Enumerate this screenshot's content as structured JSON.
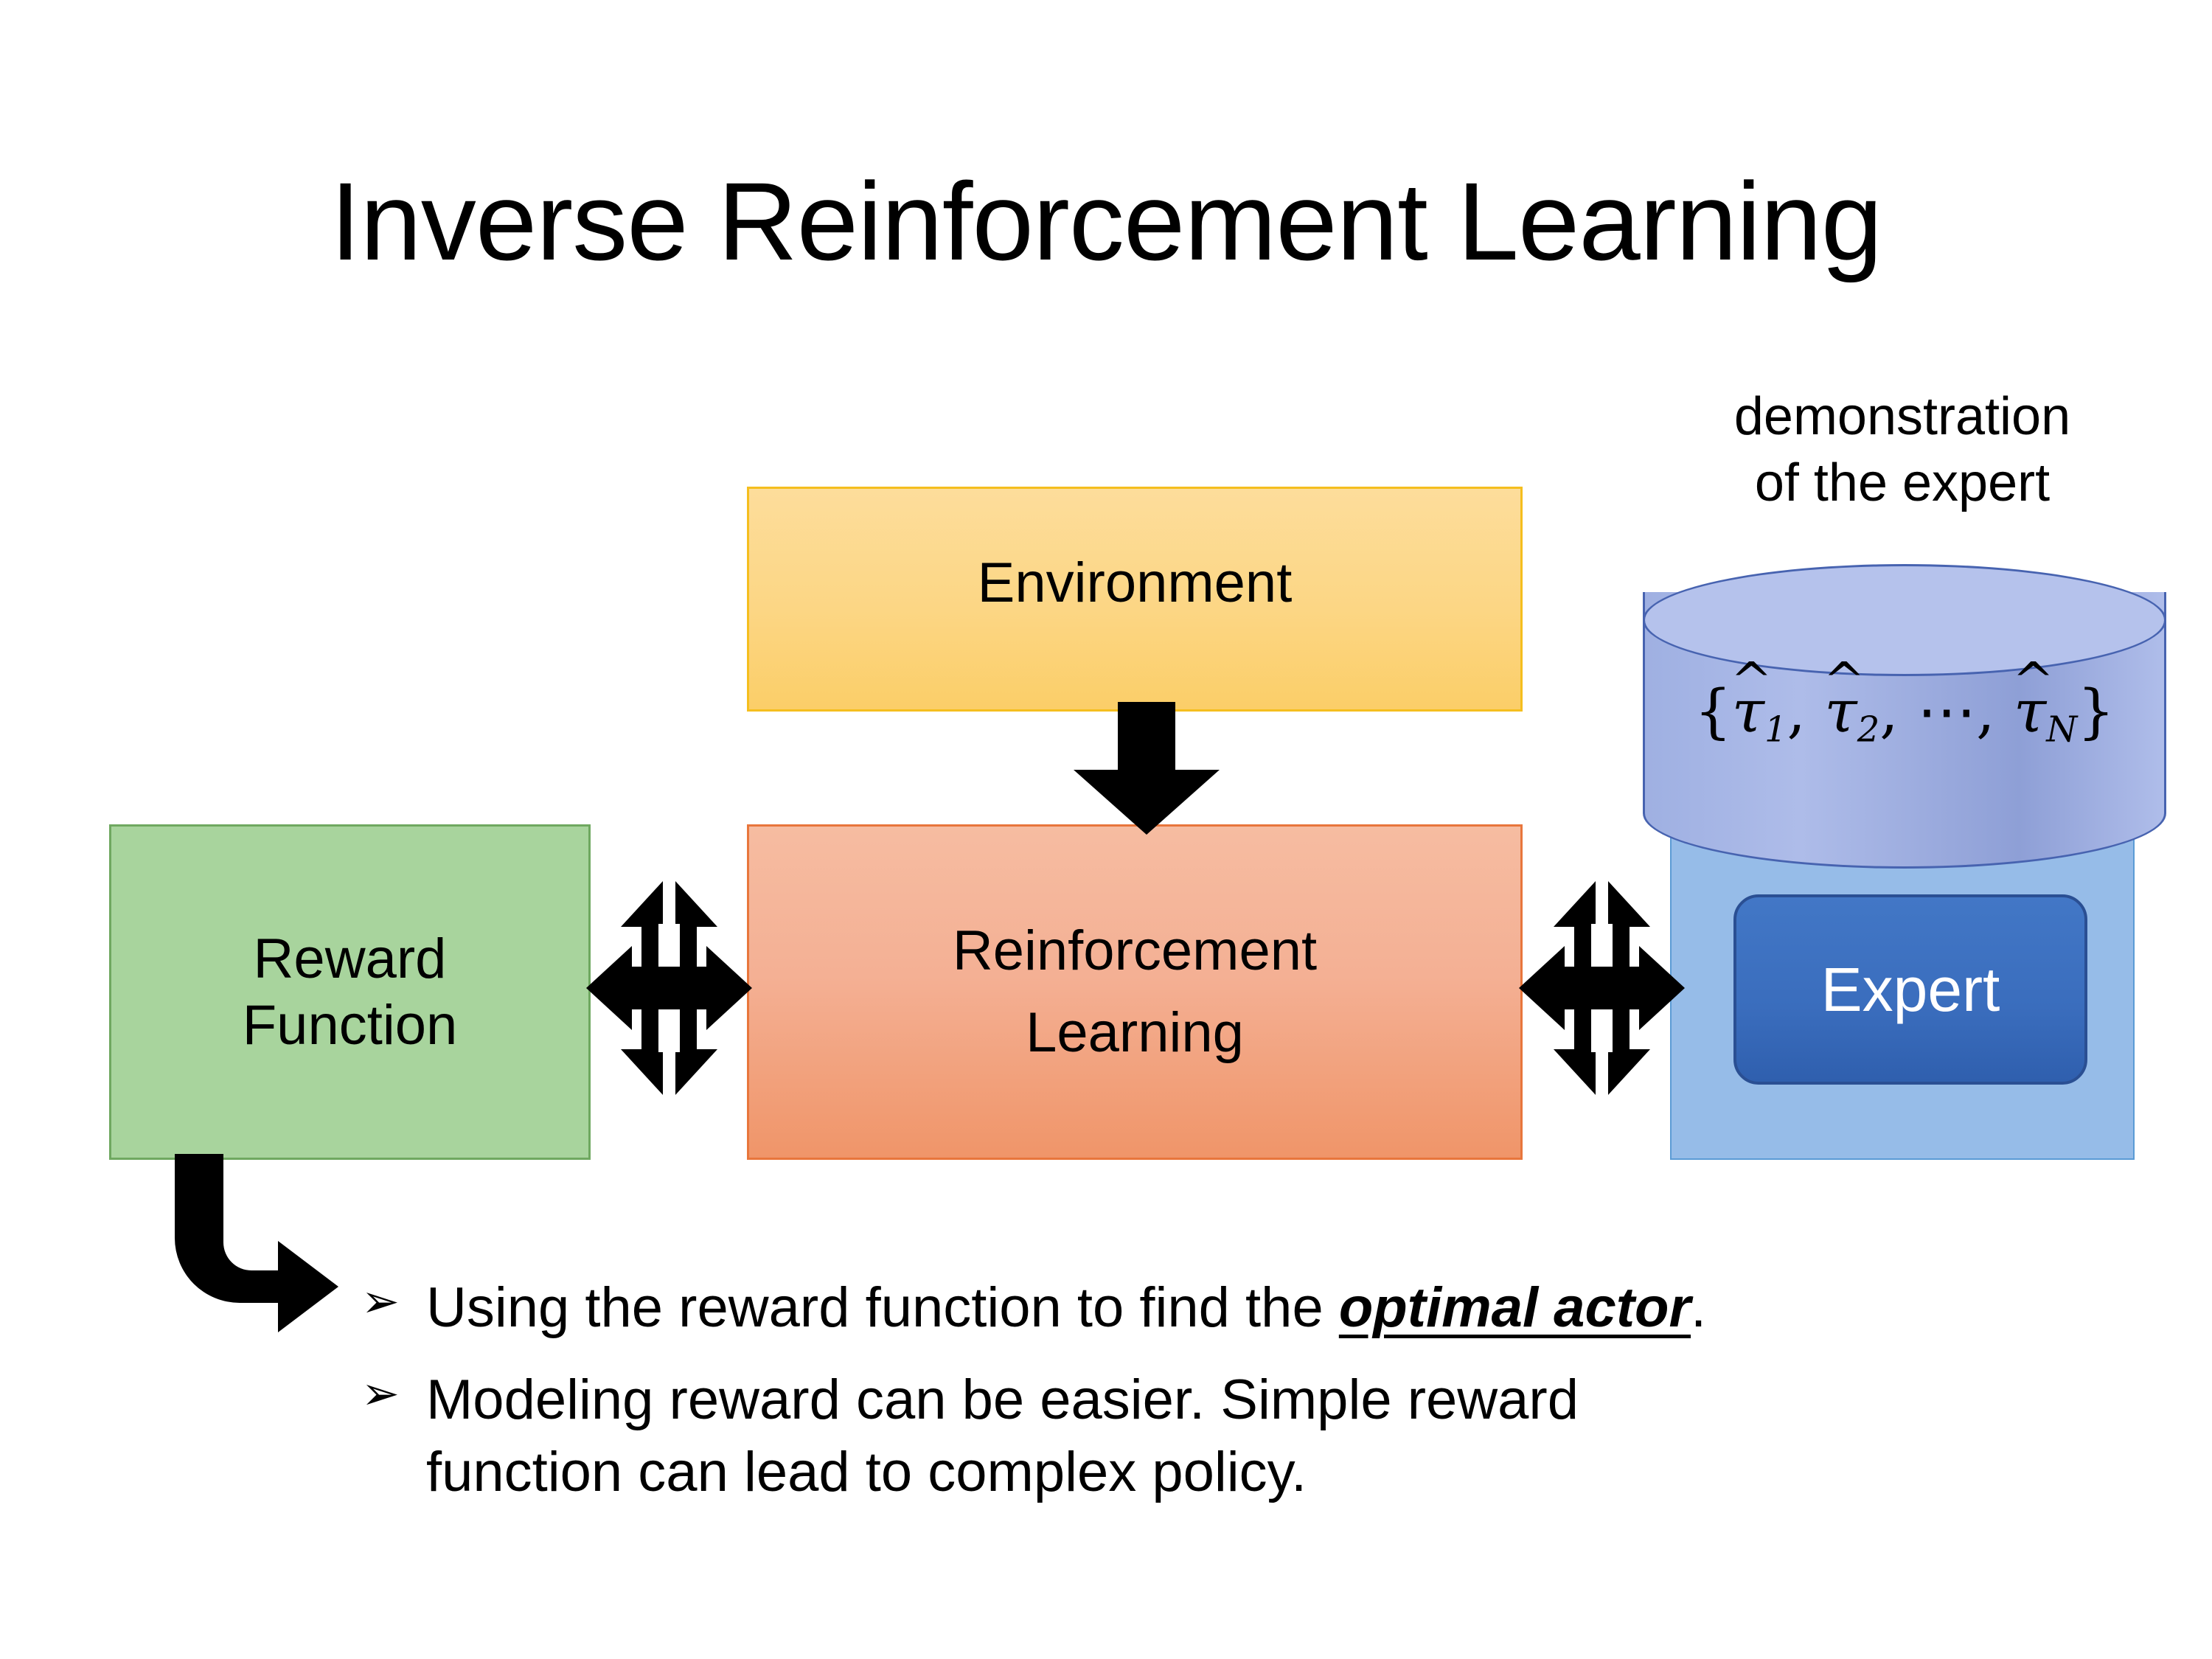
{
  "slide": {
    "title": "Inverse Reinforcement Learning",
    "background_color": "#ffffff"
  },
  "diagram": {
    "environment": {
      "label": "Environment",
      "fill_color": "#FCD684",
      "border_color": "#F5BE1E"
    },
    "reward_function": {
      "line1": "Reward",
      "line2": "Function",
      "fill_color": "#A8D49D",
      "border_color": "#6FA860"
    },
    "reinforcement_learning": {
      "line1": "Reinforcement",
      "line2": "Learning",
      "fill_color": "#F4B094",
      "border_color": "#E8763C"
    },
    "demonstration": {
      "caption_line1": "demonstration",
      "caption_line2": "of the expert",
      "cylinder_fill": "#A8B4E0",
      "cylinder_border": "#4763B0",
      "formula": {
        "open_brace": "{",
        "tau1": "τ",
        "tau1_sub": "1",
        "comma1": ",",
        "tau2": "τ",
        "tau2_sub": "2",
        "comma2": ",",
        "ellipsis": "⋯",
        "comma3": ",",
        "tauN": "τ",
        "tauN_sub": "N",
        "close_brace": "}",
        "hat": "̂",
        "plain": "{τ̂1, τ̂2, ⋯, τ̂N}"
      }
    },
    "expert": {
      "label": "Expert",
      "fill_color": "#3A6DBD",
      "border_color": "#2A4F93",
      "text_color": "#FFFFFF",
      "backdrop_fill": "#96BCE8",
      "backdrop_border": "#5B9BD5"
    },
    "arrows": {
      "environment_to_rl": "down-arrow",
      "reward_to_rl": "four-way-arrow",
      "rl_to_expert": "four-way-arrow",
      "reward_to_bullets": "bent-elbow-arrow",
      "color": "#000000"
    }
  },
  "bullets": [
    {
      "glyph": "➢",
      "text_before": "Using the reward function to find the ",
      "emphasis": "optimal actor",
      "text_after": ".",
      "line2": ""
    },
    {
      "glyph": "➢",
      "text_before": "Modeling reward can be easier. Simple reward",
      "emphasis": "",
      "text_after": "",
      "line2": "function can lead to complex policy."
    }
  ]
}
